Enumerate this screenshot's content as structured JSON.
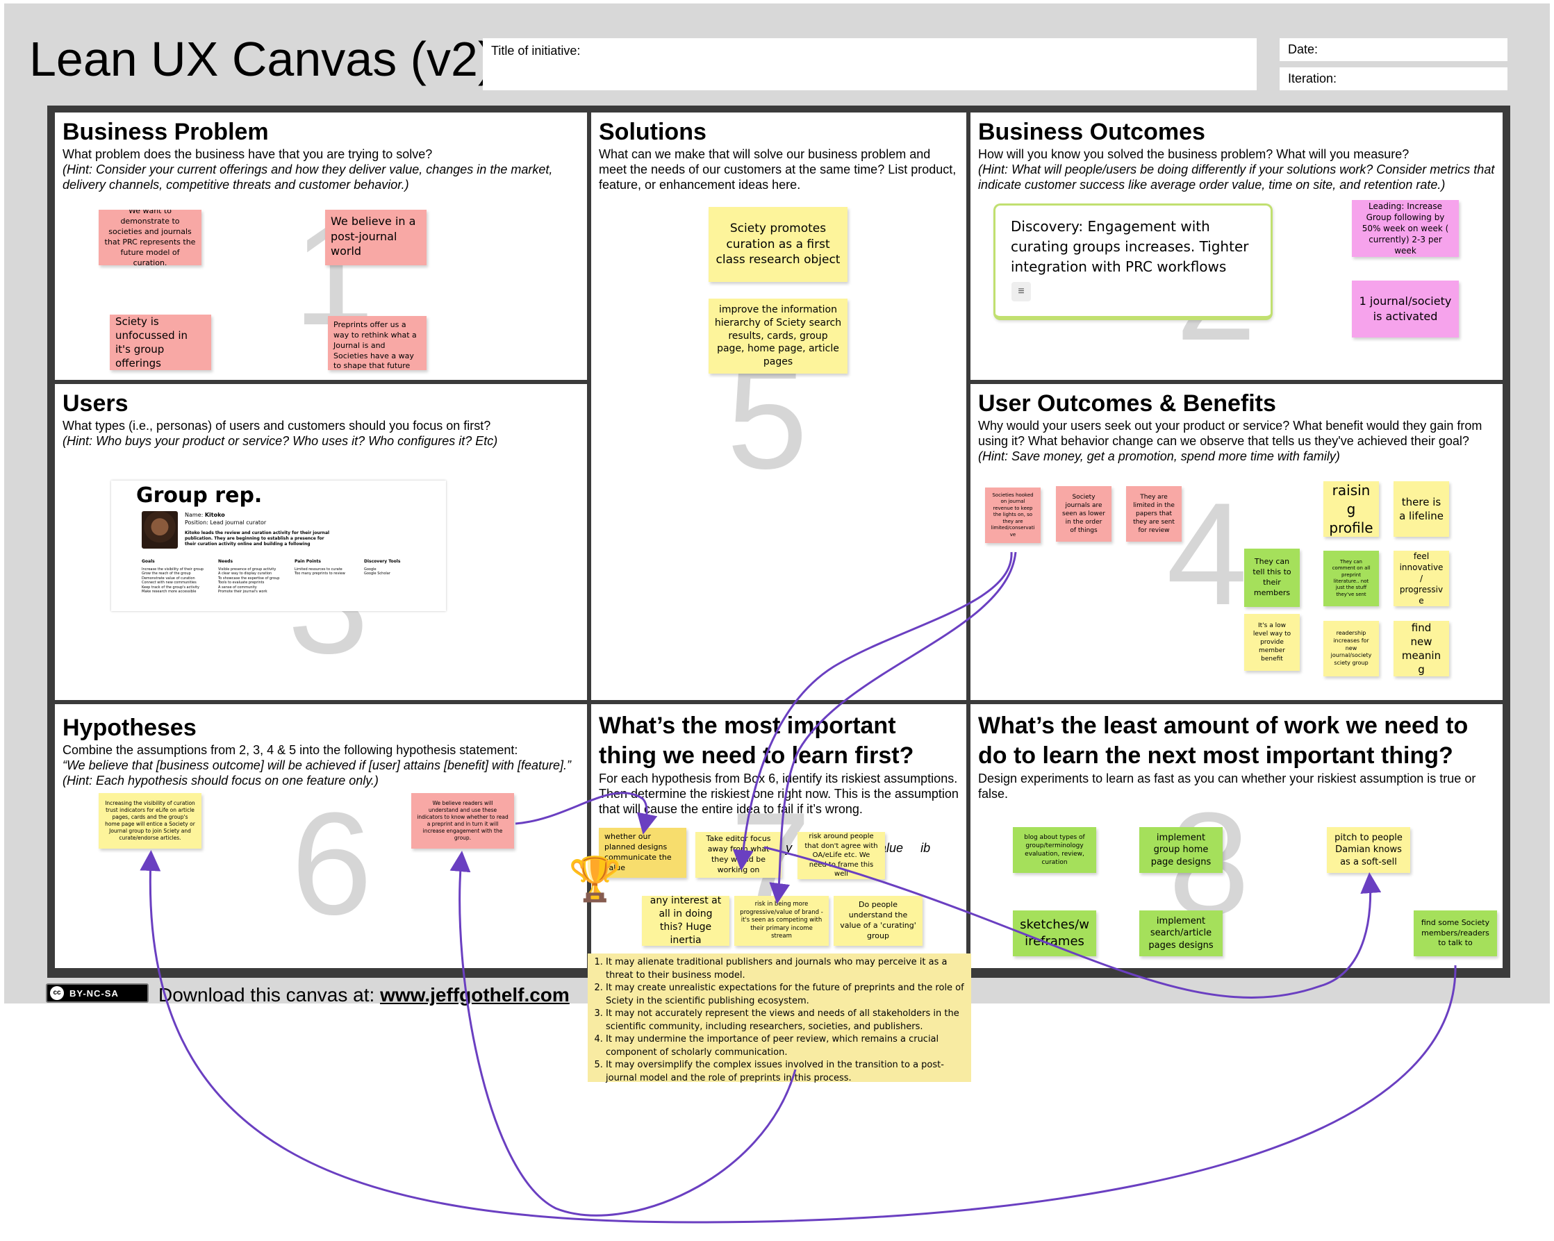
{
  "header": {
    "title": "Lean UX Canvas (v2)",
    "initiative_label": "Title of initiative:",
    "date_label": "Date:",
    "iteration_label": "Iteration:"
  },
  "boxes": {
    "business_problem": {
      "title": "Business Problem",
      "question": "What problem does the business have that you are trying to solve?",
      "hint": "(Hint: Consider your current offerings and how they deliver value, changes in the market, delivery channels, competitive threats and customer behavior.)",
      "number": "1"
    },
    "solutions": {
      "title": "Solutions",
      "question": "What can we make that will solve our business problem and meet the needs of our customers at the same time? List product, feature, or enhancement ideas here.",
      "number": "5"
    },
    "business_outcomes": {
      "title": "Business Outcomes",
      "question": "How will you know you solved the business problem? What will you measure?",
      "hint": "(Hint: What will people/users be doing differently if your solutions work? Consider metrics that indicate customer success like average order value, time on site, and retention rate.)",
      "number": "2"
    },
    "users": {
      "title": "Users",
      "question": "What types (i.e., personas) of users and customers should you focus on first?",
      "hint": "(Hint: Who buys your product or service? Who uses it? Who configures it? Etc)",
      "number": "3"
    },
    "user_outcomes": {
      "title": "User Outcomes & Benefits",
      "question": "Why would your users seek out your product or service? What benefit would they gain from using it? What behavior change can we observe that tells us they've achieved their goal?",
      "hint": "(Hint: Save money, get a promotion, spend more time with family)",
      "number": "4"
    },
    "hypotheses": {
      "title": "Hypotheses",
      "question": "Combine the assumptions from 2, 3, 4 & 5 into the following hypothesis statement:",
      "quote": "“We believe that [business outcome] will be achieved if [user] attains [benefit] with [feature].”",
      "hint": "(Hint: Each hypothesis should focus on one feature only.)",
      "number": "6"
    },
    "learn_first": {
      "title": "What’s the most important thing we need to learn first?",
      "question": "For each hypothesis from Box 6, identify its riskiest assumptions. Then determine the riskiest one right now. This is the assumption that will cause the entire idea to fail if it’s wrong.",
      "number": "7"
    },
    "least_work": {
      "title": "What’s the least amount of work we need to do to learn the next most important thing?",
      "question": "Design experiments to learn as fast as you can whether your riskiest assumption is true or false.",
      "number": "8"
    }
  },
  "notes": {
    "bp1": "We want to demonstrate to societies and journals that PRC represents the future model of curation.",
    "bp2": "We believe in a post-journal world",
    "bp3": "Sciety is unfocussed in it's group offerings",
    "bp4": "Preprints offer us a way to rethink what a Journal is and Societies have a way to shape that future",
    "sol1": "Sciety promotes curation as a first class research object",
    "sol2": "improve the information hierarchy of Sciety search results, cards, group page, home page, article pages",
    "bo_card": "Discovery: Engagement with curating groups increases. Tighter integration with PRC workflows",
    "bo1": "Leading: Increase Group following by 50% week on week ( currently) 2-3 per week",
    "bo2": "1 journal/society is activated",
    "uo1": "Societies hooked on journal revenue to keep the lights on, so they are limited/conservative",
    "uo2": "Society journals are seen as lower in the order of things",
    "uo3": "They are limited in the papers that they are sent for review",
    "uo4": "raising profile",
    "uo5": "there is a lifeline",
    "uo6": "They can tell this to their members",
    "uo7": "They can comment on all preprint literature.. not just the stuff they've sent",
    "uo8": "feel innovative/ progressive",
    "uo9": "It's a low level way to provide member benefit",
    "uo10": "readership increases for new journal/society sciety group",
    "uo11": "find new meaning",
    "hy1": "Increasing the visibility of curation trust indicators for eLife on article pages, cards and the group's home page will entice a Society or Journal group to join Sciety and curate/endorse articles.",
    "hy2": "We believe readers will understand and use these indicators to know whether to read a preprint and in turn it will increase engagement with the group.",
    "lf1": "whether our planned designs communicate the value",
    "lf2": "Take editor focus away from what they would be working on",
    "lf3": "risk around people that don't agree with OA/eLife etc. We need to frame this well",
    "lf4": "any interest at all in doing this? Huge inertia",
    "lf5": "risk in being more progressive/value of brand - it's seen as competing with their primary income stream",
    "lf6": "Do people understand the value of a 'curating' group",
    "lf_hidden_text": "y     th     sks to value     ib",
    "lw1": "blog about types of group/terminology evaluation, review, curation",
    "lw2": "implement group home page designs",
    "lw3": "pitch to people Damian knows as a soft-sell",
    "lw4": "sketches/wireframes",
    "lw5": "implement search/article pages designs",
    "lw6": "find some Society members/readers to talk to"
  },
  "persona": {
    "heading": "Group rep.",
    "name_label": "Name:",
    "name": "Kitoko",
    "position_label": "Position:",
    "position": "Lead journal curator",
    "bio": "Kitoko leads the review and curation activity for their journal publication. They are beginning to establish a presence for their curation activity online and building a following",
    "columns": [
      "Goals",
      "Needs",
      "Pain Points",
      "Discovery Tools"
    ],
    "goals": [
      "Increase the visibility of their group",
      "Grow the reach of the group",
      "Demonstrate value of curation",
      "Connect with new communities",
      "Keep track of the group's activity",
      "Make research more accessible"
    ],
    "needs": [
      "Visible presence of group activity",
      "A clear way to display curation",
      "To showcase the expertise of group",
      "Tools to evaluate preprints",
      "A sense of community",
      "Promote their journal's work"
    ],
    "pain_points": [
      "Limited resources to curate",
      "Too many preprints to review"
    ],
    "discovery_tools": [
      "Google",
      "Google Scholar"
    ]
  },
  "trophy_icon": "trophy-icon",
  "risks": [
    "It may alienate traditional publishers and journals who may perceive it as a threat to their business model.",
    "It may create unrealistic expectations for the future of preprints and the role of Sciety in the scientific publishing ecosystem.",
    "It may not accurately represent the views and needs of all stakeholders in the scientific community, including researchers, societies, and publishers.",
    "It may undermine the importance of peer review, which remains a crucial component of scholarly communication.",
    "It may oversimplify the complex issues involved in the transition to a post-journal model and the role of preprints in this process."
  ],
  "footer": {
    "license": "BY-NC-SA",
    "download_text": "Download this canvas at:",
    "url": "www.jeffgothelf.com"
  },
  "colors": {
    "yellow_note": "#fdf49b",
    "red_note": "#f8a8a5",
    "green_note": "#a5e05b",
    "pink_note": "#f6a3ec",
    "connector": "#6a3fc1"
  }
}
